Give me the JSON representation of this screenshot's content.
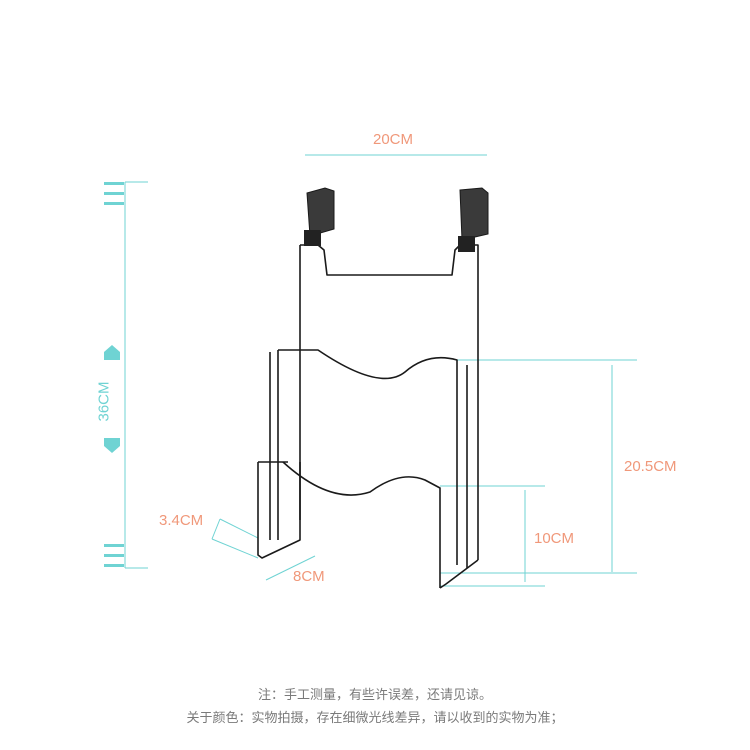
{
  "dimensions": {
    "width": "20CM",
    "height": "36CM",
    "upper_section": "20.5CM",
    "lower_section": "10CM",
    "depth": "8CM",
    "lip": "3.4CM"
  },
  "notes": {
    "line1": "注：手工测量，有些许误差，还请见谅。",
    "line2": "关于颜色：实物拍摄，存在细微光线差异，请以收到的实物为准；"
  },
  "colors": {
    "accent_teal": "#6fd3d3",
    "label_salmon": "#f0987a",
    "wire": "#1a1a1a"
  }
}
